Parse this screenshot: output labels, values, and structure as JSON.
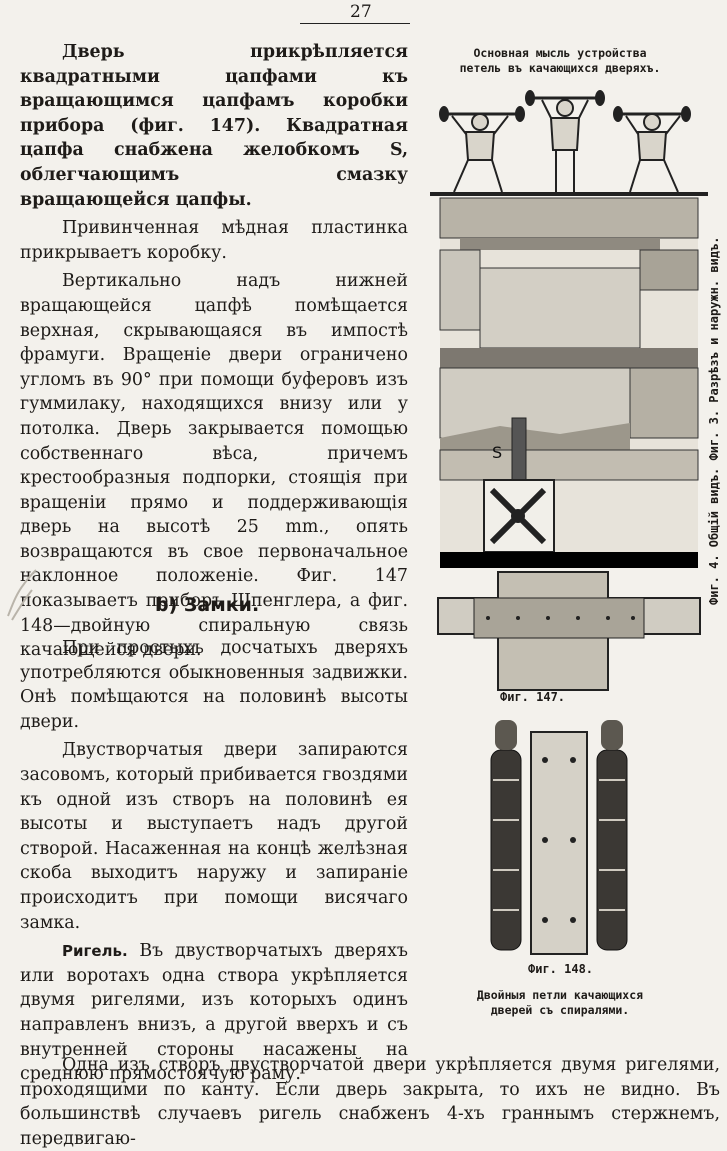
{
  "page": {
    "number": "27"
  },
  "text": {
    "p1": "Дверь прикрѣпляется квадратными цапфами къ вращающимся цапфамъ коробки прибора (фиг. 147). Квадратная цапфа снабжена желобкомъ S, облегчающимъ смазку вращающейся цапфы.",
    "p2": "Привинченная мѣдная пластинка прикрываетъ коробку.",
    "p3": "Вертикально надъ нижней вращающейся цапфѣ помѣщается верхная, скрывающаяся въ импостѣ фрамуги. Вращеніе двери ограничено угломъ въ 90° при помощи буферовъ изъ гуммилаку, находящихся внизу или у потолка. Дверь закрывается помощью собственнаго вѣса, причемъ крестообразныя подпорки, стоящія при вращеніи прямо и поддерживающія дверь на высотѣ 25 mm., опять возвращаются въ свое первоначальное наклонное положеніе. Фиг. 147 показываетъ приборъ Шпенглера, а фиг. 148—двойную спиральную связь качающейся двери.",
    "heading": "b) Замки.",
    "p4": "При простыхъ досчатыхъ дверяхъ употребляются обыкновенныя задвижки. Онѣ помѣщаются на половинѣ высоты двери.",
    "p5": "Двустворчатыя двери запираются засовомъ, который прибивается гвоздями къ одной изъ створъ на половинѣ ея высоты и выступаетъ надъ другой створой. Насаженная на концѣ желѣзная скоба выходитъ наружу и запираніе происходитъ при помощи висячаго замка.",
    "p6_runin": "Ригель.",
    "p6": " Въ двустворчатыхъ дверяхъ или воротахъ одна створа укрѣпляется двумя ригелями, изъ которыхъ одинъ направленъ внизъ, а другой вверхъ и съ внутренней стороны насажены на среднюю прямостоячую раму.",
    "p7": "Одна изъ створъ двустворчатой двери укрѣпляется двумя ригелями, проходящими по канту. Если дверь закрыта, то ихъ не видно. Въ большинствѣ случаевъ ригель снабженъ 4-хъ граннымъ стержнемъ, передвигаю-"
  },
  "figures": {
    "top_caption_1": "Основная мысль устройства",
    "top_caption_2": "петель въ качающихся дверяхъ.",
    "side_caption": "Фиг. 4. Общій видъ. Фиг. 3. Разрѣзъ и наружн. видъ.",
    "fig147_label": "Фиг. 147.",
    "fig148_label": "Фиг. 148.",
    "fig148_caption_1": "Двойныя петли качающихся",
    "fig148_caption_2": "дверей съ спиралями.",
    "s_label": "S"
  }
}
